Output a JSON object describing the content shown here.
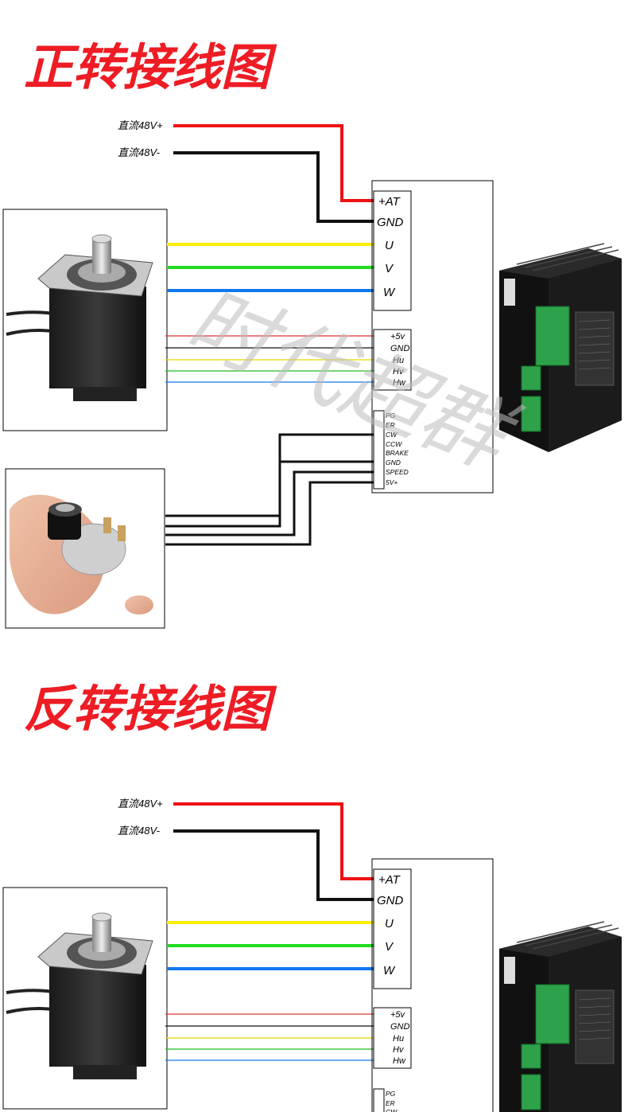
{
  "sections": [
    {
      "title": "正转接线图",
      "power": {
        "positive": "直流48V+",
        "negative": "直流48V-"
      },
      "power_terminals": [
        "+AT",
        "GND"
      ],
      "phase_terminals": [
        "U",
        "V",
        "W"
      ],
      "hall_terminals": [
        "+5v",
        "GND",
        "Hu",
        "Hv",
        "Hw"
      ],
      "control_terminals": [
        "PG",
        "ER",
        "CW",
        "CCW",
        "BRAKE",
        "GND",
        "SPEED",
        "5V+"
      ]
    },
    {
      "title": "反转接线图",
      "power": {
        "positive": "直流48V+",
        "negative": "直流48V-"
      },
      "power_terminals": [
        "+AT",
        "GND"
      ],
      "phase_terminals": [
        "U",
        "V",
        "W"
      ],
      "hall_terminals": [
        "+5v",
        "GND",
        "Hu",
        "Hv",
        "Hw"
      ],
      "control_terminals": [
        "PG",
        "ER",
        "CW"
      ]
    }
  ],
  "watermark": "时代超群",
  "wire_colors": {
    "red": "#ee1111",
    "black": "#111111",
    "yellow": "#ffee00",
    "green": "#22dd22",
    "blue": "#1177ee",
    "hall_red": "#dd3333"
  }
}
